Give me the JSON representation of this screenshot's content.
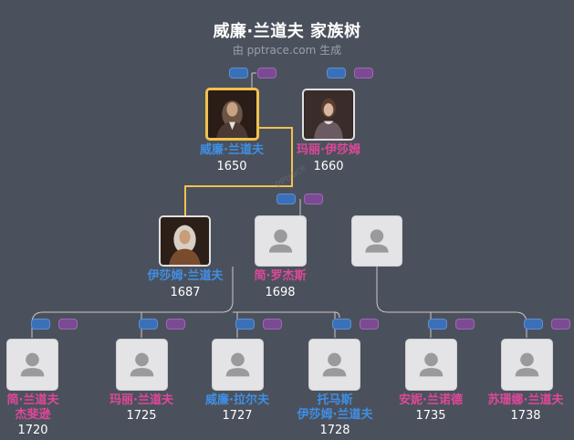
{
  "header": {
    "title": "威廉·兰道夫 家族树",
    "subtitle": "由 pptrace.com 生成"
  },
  "watermark": "PPtrace",
  "people": {
    "william": {
      "name": "威廉·兰道夫",
      "year": "1650"
    },
    "mary": {
      "name": "玛丽·伊莎姆",
      "year": "1660"
    },
    "isham": {
      "name": "伊莎姆·兰道夫",
      "year": "1687"
    },
    "jane_rogers": {
      "name": "简·罗杰斯",
      "year": "1698"
    },
    "jane": {
      "name_line1": "简·兰道夫",
      "name_line2": "杰斐逊",
      "year": "1720"
    },
    "mary2": {
      "name": "玛丽·兰道夫",
      "year": "1725"
    },
    "william2": {
      "name": "威廉·拉尔夫",
      "year": "1727"
    },
    "thomas": {
      "name_line1": "托马斯",
      "name_line2": "伊莎姆·兰道夫",
      "year": "1728"
    },
    "anne": {
      "name": "安妮·兰诺德",
      "year": "1735"
    },
    "susanna": {
      "name": "苏珊娜·兰道夫",
      "year": "1738"
    }
  },
  "colors": {
    "background": "#4b515c",
    "male": "#3f8fe6",
    "female": "#e0479a",
    "highlight_line": "#f2c14e",
    "line": "#c8c8c8"
  },
  "icons": [
    "person-placeholder-icon",
    "portrait-photo"
  ]
}
